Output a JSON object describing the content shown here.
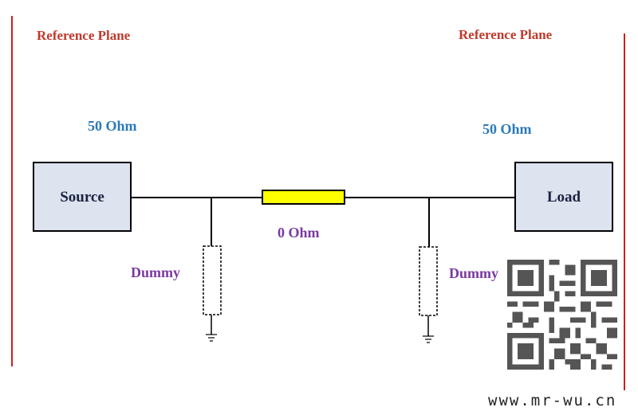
{
  "diagram": {
    "left_reference_label": "Reference Plane",
    "right_reference_label": "Reference Plane",
    "left_impedance": "50 Ohm",
    "right_impedance": "50 Ohm",
    "source_label": "Source",
    "load_label": "Load",
    "series_label": "0 Ohm",
    "left_shunt_label": "Dummy",
    "right_shunt_label": "Dummy"
  },
  "colors": {
    "reference_line": "#cc1f1f",
    "box_fill": "#dde3ef",
    "resistor_fill": "#ffff00"
  },
  "watermark": "www.mr-wu.cn"
}
